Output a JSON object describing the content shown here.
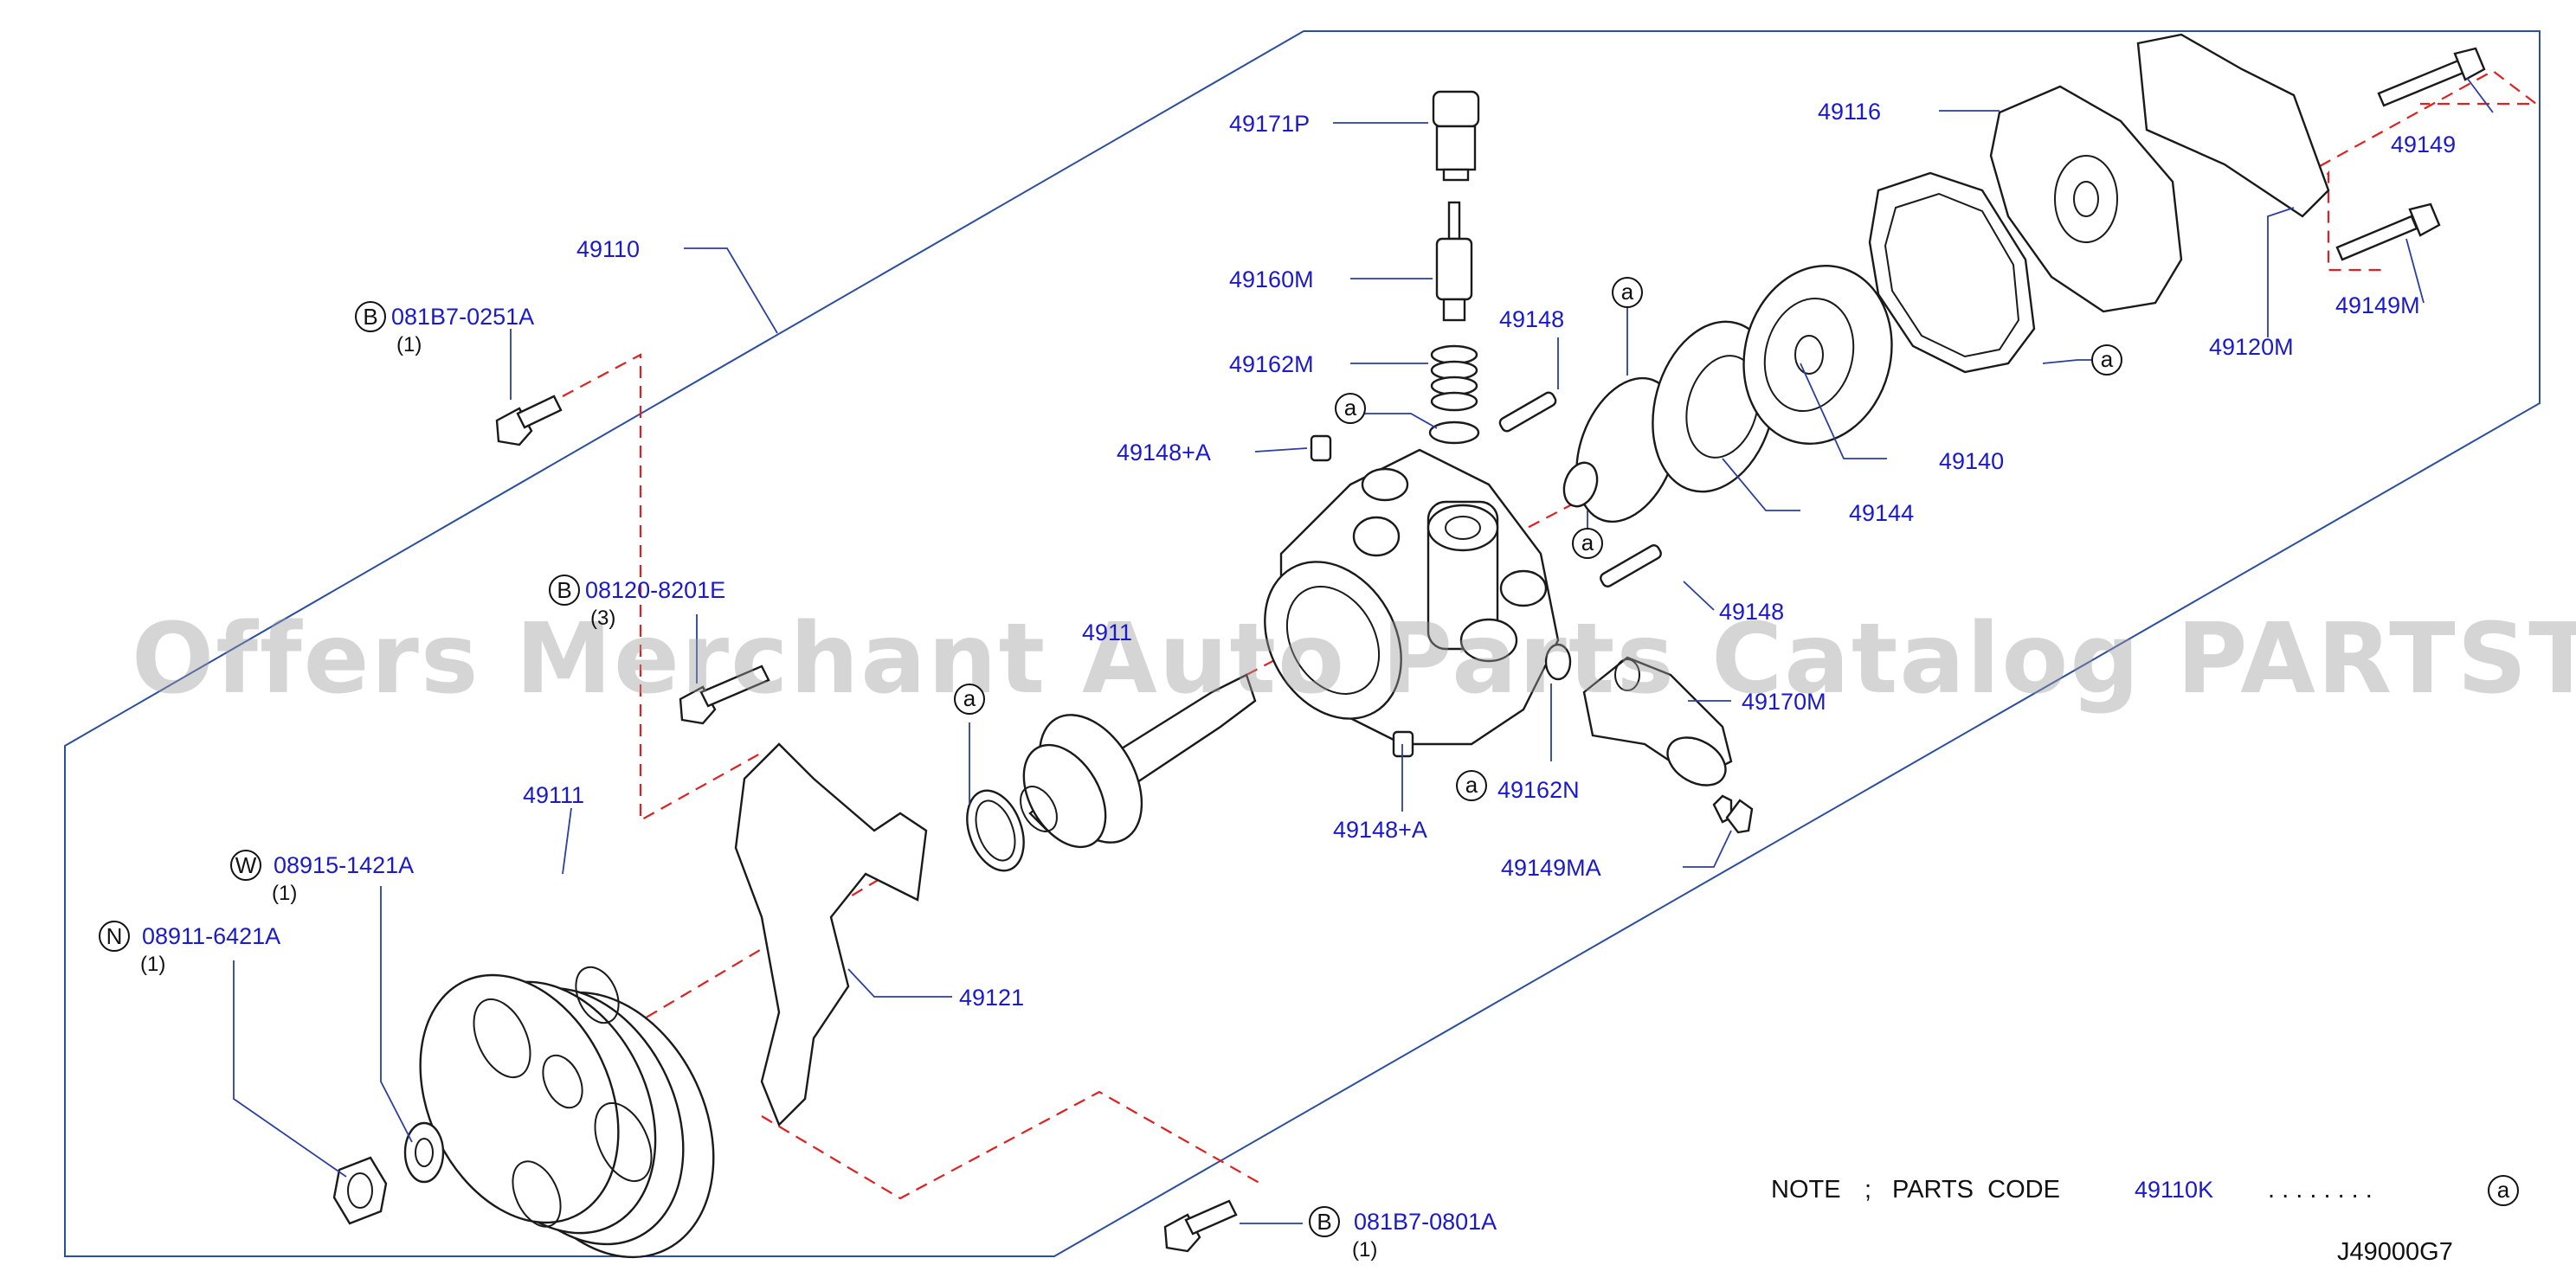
{
  "diagram": {
    "assembly_code": "49110",
    "drawing_id": "J49000G7",
    "note": {
      "label": "NOTE",
      "separator": ";",
      "text": "PARTS  CODE",
      "code": "49110K",
      "dots": ". . . . . . . .",
      "ref": "a"
    },
    "watermark": "Offers Merchant Auto Parts Catalog PARTSTORE.SA",
    "hidden_label_fragment": "4911",
    "callouts": {
      "p49171P": "49171P",
      "p49160M": "49160M",
      "p49162M": "49162M",
      "p49148_top": "49148",
      "p49148A_top": "49148+A",
      "p49148A_bottom": "49148+A",
      "p49148_mid": "49148",
      "p49170M": "49170M",
      "p49162N": "49162N",
      "p49149MA": "49149MA",
      "p49116": "49116",
      "p49149": "49149",
      "p49149M": "49149M",
      "p49120M": "49120M",
      "p49140": "49140",
      "p49144": "49144",
      "p49111": "49111",
      "p49121": "49121",
      "bolt1": {
        "prefix": "B",
        "code": "081B7-0251A",
        "qty": "(1)"
      },
      "bolt2": {
        "prefix": "B",
        "code": "08120-8201E",
        "qty": "(3)"
      },
      "bolt3": {
        "prefix": "B",
        "code": "081B7-0801A",
        "qty": "(1)"
      },
      "washer": {
        "prefix": "W",
        "code": "08915-1421A",
        "qty": "(1)"
      },
      "nut": {
        "prefix": "N",
        "code": "08911-6421A",
        "qty": "(1)"
      }
    },
    "ref_marker": "a",
    "colors": {
      "label": "#1a1acc",
      "leader": "#2a3fa0",
      "dashed": "#e02020",
      "outline": "#1a1a1a"
    }
  }
}
